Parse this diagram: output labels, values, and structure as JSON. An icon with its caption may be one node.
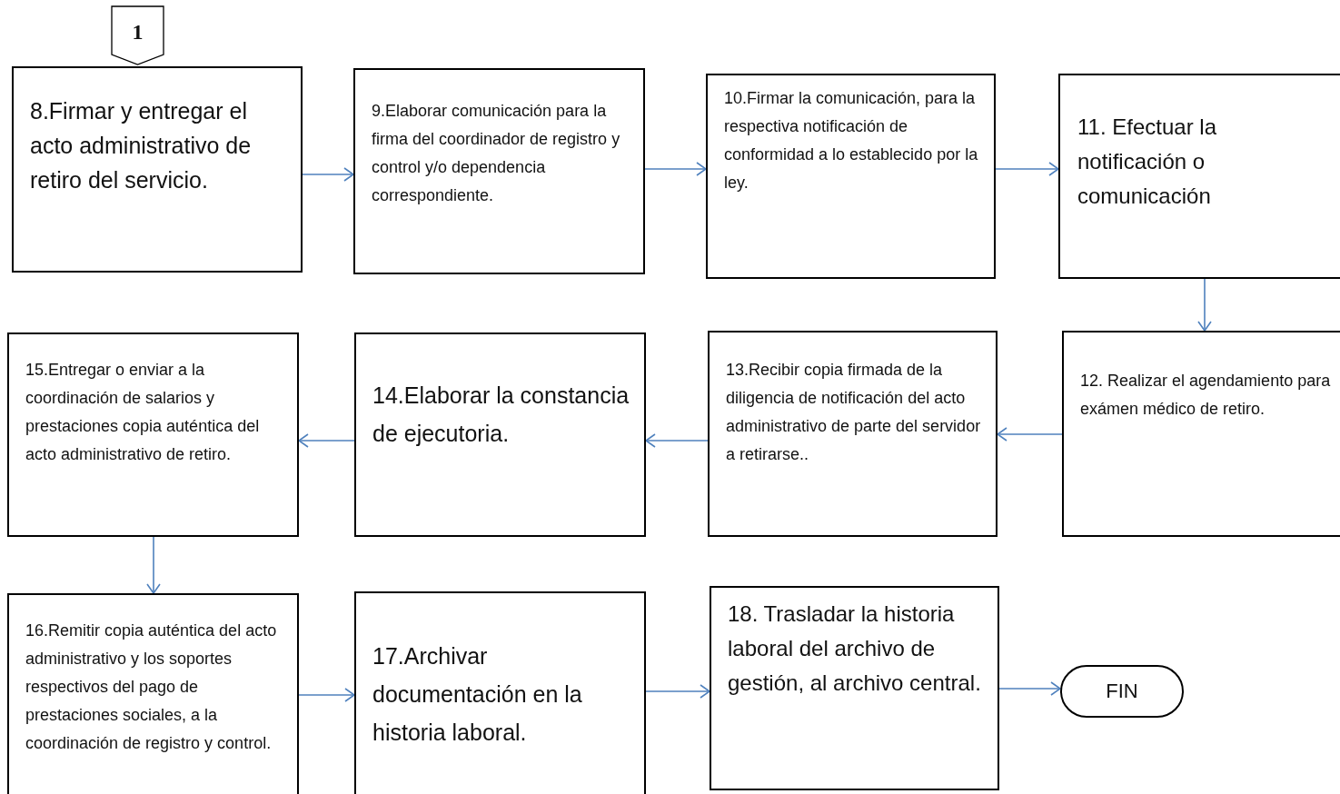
{
  "diagram": {
    "nodes": [
      {
        "text": [
          "1"
        ]
      },
      {
        "text": [
          "8.Firmar y entregar el acto administrativo de retiro del servicio."
        ]
      },
      {
        "text": [
          "9.Elaborar comunicación para la firma del coordinador de registro y control y/o dependencia correspondiente."
        ]
      },
      {
        "text": [
          "10.Firmar la comunicación, para la respectiva notificación de conformidad a lo establecido por la ley."
        ]
      },
      {
        "text": [
          "11. Efectuar la notificación o comunicación"
        ]
      },
      {
        "text": [
          "12. Realizar el agendamiento para exámen médico de retiro."
        ]
      },
      {
        "text": [
          "13.Recibir copia firmada de la diligencia de notificación del acto administrativo de parte del servidor a retirarse.."
        ]
      },
      {
        "text": [
          "14.Elaborar la constancia de ejecutoria."
        ]
      },
      {
        "text": [
          "15.Entregar o enviar a la coordinación de salarios y prestaciones copia auténtica del acto administrativo de retiro."
        ]
      },
      {
        "text": [
          "16.Remitir copia auténtica del acto administrativo y los soportes respectivos del pago de prestaciones sociales, a la coordinación de registro y control."
        ]
      },
      {
        "text": [
          "17.Archivar documentación en la historia laboral."
        ]
      },
      {
        "text": [
          "18. Trasladar la historia laboral del archivo de gestión, al archivo central."
        ]
      },
      {
        "text": [
          "FIN"
        ]
      }
    ],
    "edges": [
      {
        "from": 1,
        "to": 2,
        "arrow": "to"
      },
      {
        "from": 2,
        "to": 3,
        "arrow": "to"
      },
      {
        "from": 3,
        "to": 4,
        "arrow": "to"
      },
      {
        "from": 4,
        "to": 5,
        "arrow": "to"
      },
      {
        "from": 5,
        "to": 6,
        "arrow": "to"
      },
      {
        "from": 6,
        "to": 7,
        "arrow": "to"
      },
      {
        "from": 7,
        "to": 8,
        "arrow": "to"
      },
      {
        "from": 8,
        "to": 9,
        "arrow": "to"
      },
      {
        "from": 9,
        "to": 10,
        "arrow": "to"
      },
      {
        "from": 10,
        "to": 11,
        "arrow": "to"
      },
      {
        "from": 11,
        "to": 12,
        "arrow": "to"
      }
    ]
  }
}
